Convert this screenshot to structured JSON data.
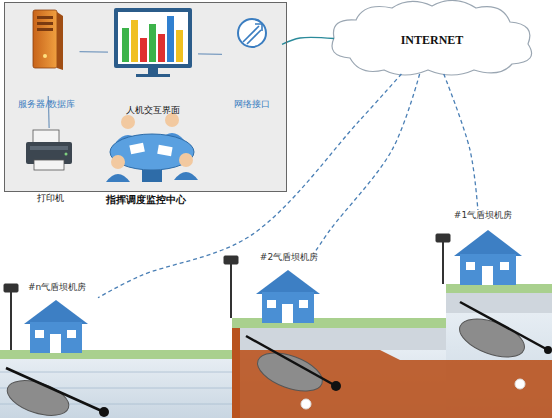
{
  "diagram": {
    "nodes": [
      {
        "text": [
          "指挥调度监控中心"
        ]
      },
      {
        "text": [
          "服务器/数据库"
        ],
        "in": 0
      },
      {
        "text": [
          "人机交互界面"
        ],
        "in": 0
      },
      {
        "text": [
          "网络接口"
        ],
        "in": 0
      },
      {
        "text": [
          "打印机"
        ],
        "in": 0
      },
      {
        "text": [
          "INTERNET"
        ]
      },
      {
        "text": [
          "#1气盾坝机房"
        ]
      },
      {
        "text": [
          "#2气盾坝机房"
        ]
      },
      {
        "text": [
          "#n气盾坝机房"
        ]
      }
    ],
    "edges": [
      {
        "from": 1,
        "to": 2,
        "arrow": "none"
      },
      {
        "from": 2,
        "to": 3,
        "arrow": "none"
      },
      {
        "from": 1,
        "to": 4,
        "arrow": "none"
      },
      {
        "from": 3,
        "to": 5,
        "arrow": "none"
      },
      {
        "from": 5,
        "to": 6,
        "arrow": "none"
      },
      {
        "from": 5,
        "to": 7,
        "arrow": "none"
      },
      {
        "from": 5,
        "to": 8,
        "arrow": "none"
      }
    ]
  }
}
